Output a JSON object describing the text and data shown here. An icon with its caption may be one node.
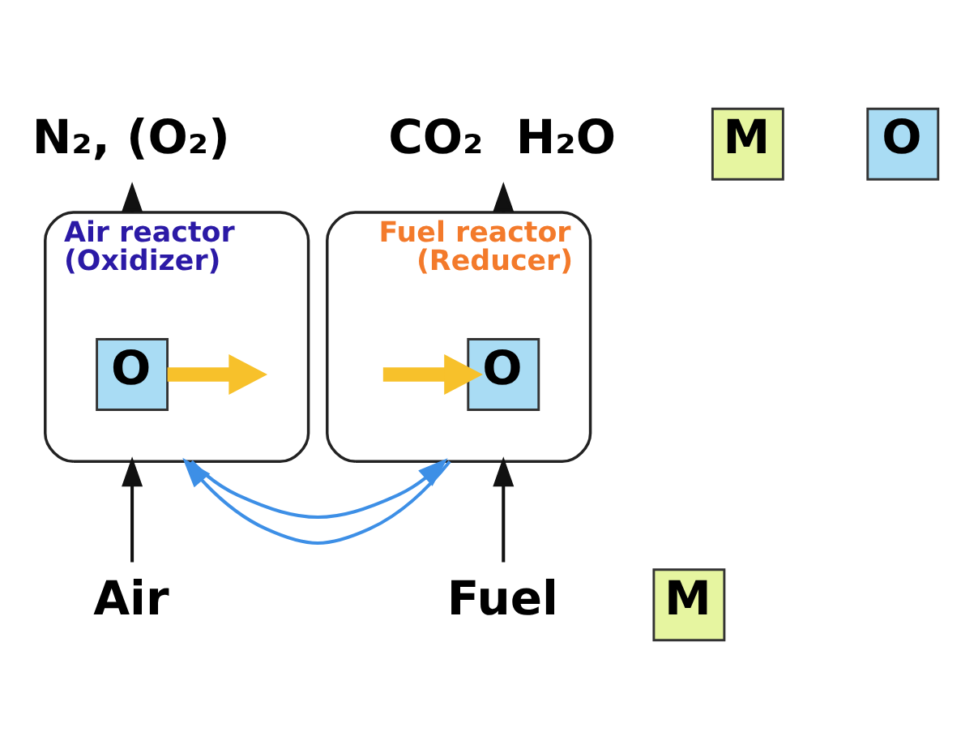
{
  "diagram": {
    "nodes": [
      {
        "text": [
          "N₂, (O₂)"
        ]
      },
      {
        "text": [
          "CO₂  H₂O"
        ]
      },
      {
        "text": [
          "Air reactor (Oxidizer)"
        ]
      },
      {
        "text": [
          "O"
        ],
        "in": 2
      },
      {
        "text": [
          "M"
        ]
      },
      {
        "text": [
          "O"
        ]
      },
      {
        "text": [
          "Fuel reactor (Reducer)"
        ]
      },
      {
        "text": [
          "O"
        ],
        "in": 6
      },
      {
        "text": [
          "M"
        ]
      },
      {
        "text": [
          "Air"
        ]
      },
      {
        "text": [
          "Fuel"
        ]
      }
    ],
    "edges": [
      {
        "from": 9,
        "to": 2,
        "arrow": "to"
      },
      {
        "from": 10,
        "to": 6,
        "arrow": "to"
      },
      {
        "from": 2,
        "to": 0,
        "arrow": "to"
      },
      {
        "from": 6,
        "to": 1,
        "arrow": "to"
      },
      {
        "from": 2,
        "to": 6,
        "arrow": "to",
        "color": "#3d8fe6"
      },
      {
        "from": 6,
        "to": 2,
        "arrow": "to",
        "color": "#3d8fe6"
      },
      {
        "from": 3,
        "to": null,
        "arrow": "to",
        "style": "thick",
        "color": "#f7c12b"
      },
      {
        "from": null,
        "to": 7,
        "arrow": "to",
        "style": "thick",
        "color": "#f7c12b"
      }
    ]
  }
}
